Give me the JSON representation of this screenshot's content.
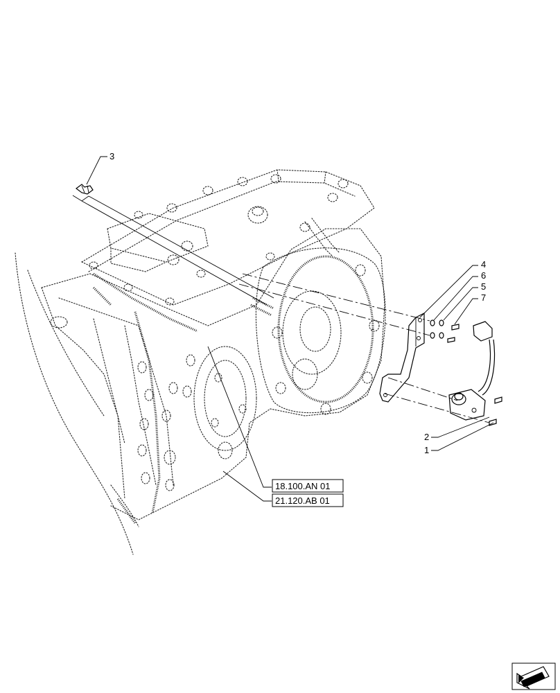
{
  "callouts": {
    "c1": "1",
    "c2": "2",
    "c3": "3",
    "c4": "4",
    "c5": "5",
    "c6": "6",
    "c7": "7"
  },
  "references": {
    "ref_top": "18.100.AN 01",
    "ref_bottom": "21.120.AB 01"
  },
  "nav_icon": "navigation-arrow-icon"
}
